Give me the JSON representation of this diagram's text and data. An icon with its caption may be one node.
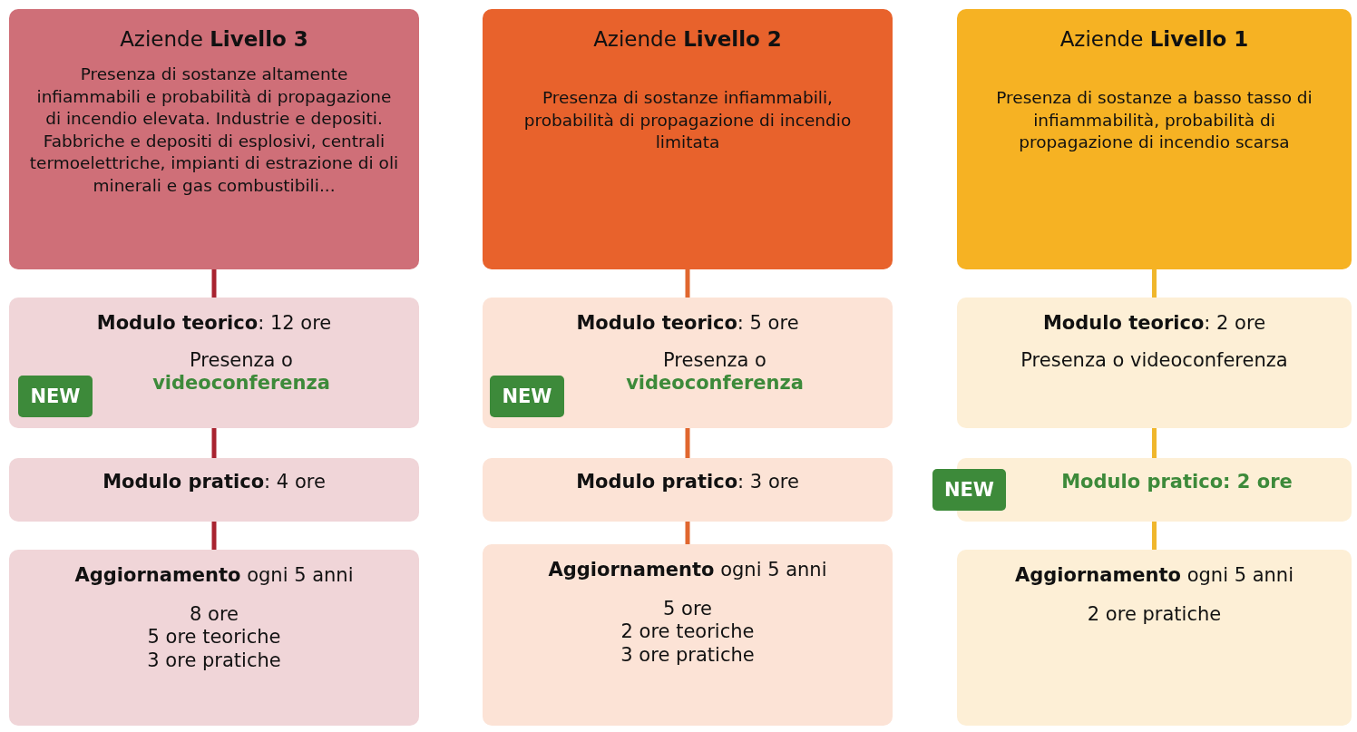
{
  "diagram": {
    "nodes": [
      {
        "text": [
          "Aziende **Livello 3**",
          "Presenza di sostanze altamente infiammabili e probabilità di propagazione di incendio elevata. Industrie e depositi. Fabbriche e depositi di esplosivi, centrali termoelettriche, impianti di estrazione di oli minerali e gas combustibili..."
        ]
      },
      {
        "text": [
          "**Modulo teorico**: 12 ore",
          "Presenza o **videoconferenza**"
        ]
      },
      {
        "text": [
          "NEW"
        ],
        "in": 1
      },
      {
        "text": [
          "**Modulo pratico**: 4 ore"
        ]
      },
      {
        "text": [
          "**Aggiornamento** ogni 5 anni",
          "8 ore",
          "5 ore teoriche",
          "3 ore pratiche"
        ]
      },
      {
        "text": [
          "Aziende **Livello 2**",
          "Presenza di sostanze infiammabili, probabilità di propagazione di incendio limitata"
        ]
      },
      {
        "text": [
          "**Modulo teorico**: 5 ore",
          "Presenza o **videoconferenza**"
        ]
      },
      {
        "text": [
          "NEW"
        ],
        "in": 6
      },
      {
        "text": [
          "**Modulo pratico**: 3 ore"
        ]
      },
      {
        "text": [
          "**Aggiornamento** ogni 5 anni",
          "5 ore",
          "2 ore teoriche",
          "3 ore pratiche"
        ]
      },
      {
        "text": [
          "Aziende **Livello 1**",
          "Presenza di sostanze a basso tasso di infiammabilità, probabilità di propagazione di incendio scarsa"
        ]
      },
      {
        "text": [
          "**Modulo teorico**: 2 ore",
          "Presenza o videoconferenza"
        ]
      },
      {
        "text": [
          "NEW"
        ]
      },
      {
        "text": [
          "Modulo pratico: 2 ore"
        ]
      },
      {
        "text": [
          "**Aggiornamento** ogni 5 anni",
          "2 ore pratiche"
        ]
      }
    ],
    "edges": [
      {
        "from": 0,
        "to": 1,
        "arrow": "none",
        "color": "#a82330"
      },
      {
        "from": 1,
        "to": 3,
        "arrow": "none",
        "color": "#a82330"
      },
      {
        "from": 3,
        "to": 4,
        "arrow": "none",
        "color": "#a82330"
      },
      {
        "from": 5,
        "to": 6,
        "arrow": "none",
        "color": "#e0672f"
      },
      {
        "from": 6,
        "to": 8,
        "arrow": "none",
        "color": "#e0672f"
      },
      {
        "from": 8,
        "to": 9,
        "arrow": "none",
        "color": "#e0672f"
      },
      {
        "from": 10,
        "to": 11,
        "arrow": "none",
        "color": "#f0b72d"
      },
      {
        "from": 11,
        "to": 13,
        "arrow": "none",
        "color": "#f0b72d"
      },
      {
        "from": 13,
        "to": 14,
        "arrow": "none",
        "color": "#f0b72d"
      }
    ]
  }
}
